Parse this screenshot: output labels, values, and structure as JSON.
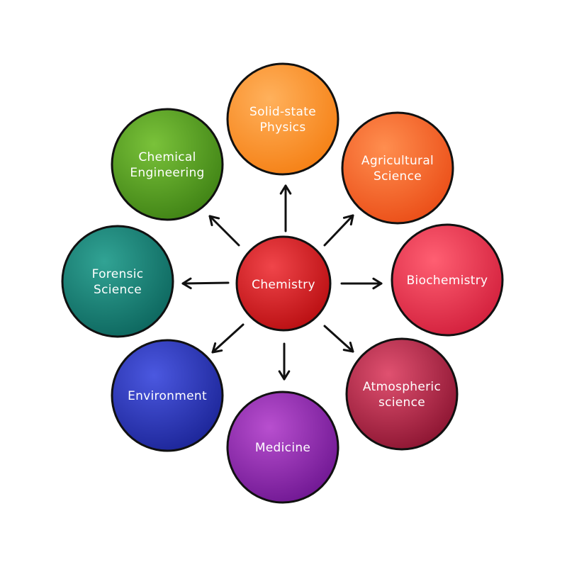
{
  "center": {
    "label": "Chemistry",
    "color_light": "#f0454a",
    "color_dark": "#b80d10"
  },
  "nodes": [
    {
      "id": "solid-state-physics",
      "lines": [
        "Solid-state",
        "Physics"
      ],
      "color_light": "#ffb15c",
      "color_dark": "#f57f13"
    },
    {
      "id": "agricultural-science",
      "lines": [
        "Agricultural",
        "Science"
      ],
      "color_light": "#ff8e4f",
      "color_dark": "#ea4c16"
    },
    {
      "id": "biochemistry",
      "lines": [
        "Biochemistry"
      ],
      "color_light": "#ff5f72",
      "color_dark": "#d11e3b"
    },
    {
      "id": "atmospheric-science",
      "lines": [
        "Atmospheric",
        "science"
      ],
      "color_light": "#e05170",
      "color_dark": "#8a1330"
    },
    {
      "id": "medicine",
      "lines": [
        "Medicine"
      ],
      "color_light": "#b84fcf",
      "color_dark": "#6e1691"
    },
    {
      "id": "environment",
      "lines": [
        "Environment"
      ],
      "color_light": "#4b58e0",
      "color_dark": "#1b2496"
    },
    {
      "id": "forensic-science",
      "lines": [
        "Forensic",
        "Science"
      ],
      "color_light": "#31a394",
      "color_dark": "#0c655d"
    },
    {
      "id": "chemical-engineering",
      "lines": [
        "Chemical",
        "Engineering"
      ],
      "color_light": "#7ac23a",
      "color_dark": "#3e8114"
    }
  ],
  "arrow_color": "#111111",
  "outline_color": "#111111"
}
